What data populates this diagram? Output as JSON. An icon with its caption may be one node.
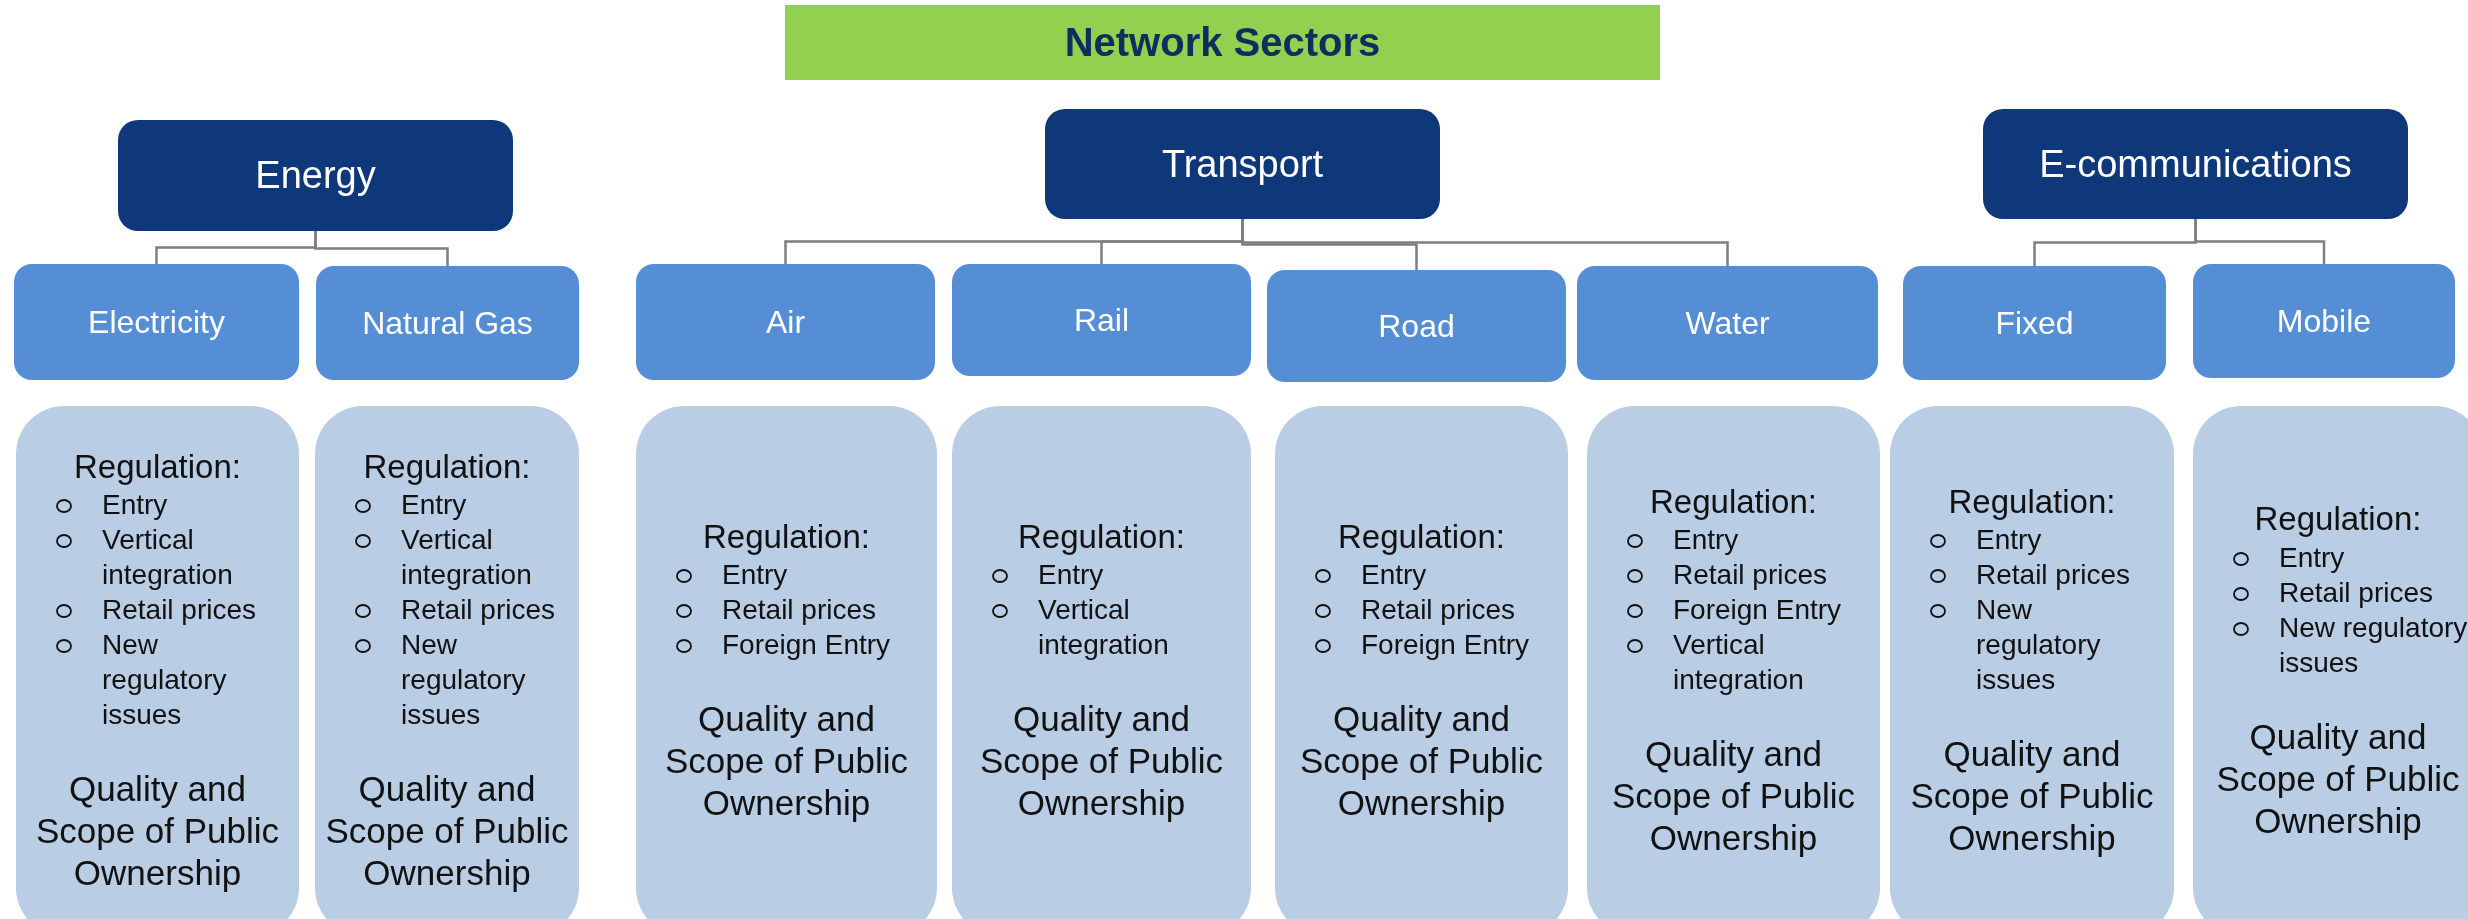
{
  "diagram": {
    "title": "Network Sectors",
    "nodes": [
      {
        "text": [
          "Energy"
        ]
      },
      {
        "text": [
          "Transport"
        ]
      },
      {
        "text": [
          "E-communications"
        ]
      },
      {
        "text": [
          "Electricity"
        ]
      },
      {
        "text": [
          "Natural Gas"
        ]
      },
      {
        "text": [
          "Air"
        ]
      },
      {
        "text": [
          "Rail"
        ]
      },
      {
        "text": [
          "Road"
        ]
      },
      {
        "text": [
          "Water"
        ]
      },
      {
        "text": [
          "Fixed"
        ]
      },
      {
        "text": [
          "Mobile"
        ]
      },
      {
        "text": [
          "Regulation:",
          "Entry",
          "Vertical integration",
          "Retail prices",
          "New regulatory issues",
          "Quality and Scope of Public Ownership"
        ]
      },
      {
        "text": [
          "Regulation:",
          "Entry",
          "Vertical integration",
          "Retail prices",
          "New regulatory issues",
          "Quality and Scope of Public Ownership"
        ]
      },
      {
        "text": [
          "Regulation:",
          "Entry",
          "Retail prices",
          "Foreign Entry",
          "Quality and Scope of Public Ownership"
        ]
      },
      {
        "text": [
          "Regulation:",
          "Entry",
          "Vertical integration",
          "Quality and Scope of Public Ownership"
        ]
      },
      {
        "text": [
          "Regulation:",
          "Entry",
          "Retail prices",
          "Foreign Entry",
          "Quality and Scope of Public Ownership"
        ]
      },
      {
        "text": [
          "Regulation:",
          "Entry",
          "Retail prices",
          "Foreign Entry",
          "Vertical integration",
          "Quality and Scope of Public Ownership"
        ]
      },
      {
        "text": [
          "Regulation:",
          "Entry",
          "Retail prices",
          "New regulatory issues",
          "Quality and Scope of Public Ownership"
        ]
      },
      {
        "text": [
          "Regulation:",
          "Entry",
          "Retail prices",
          "New regulatory issues",
          "Quality and Scope of Public Ownership"
        ]
      }
    ],
    "edges": [
      {
        "from": 0,
        "to": 3,
        "arrow": "none"
      },
      {
        "from": 0,
        "to": 4,
        "arrow": "none"
      },
      {
        "from": 1,
        "to": 5,
        "arrow": "none"
      },
      {
        "from": 1,
        "to": 6,
        "arrow": "none"
      },
      {
        "from": 1,
        "to": 7,
        "arrow": "none"
      },
      {
        "from": 1,
        "to": 8,
        "arrow": "none"
      },
      {
        "from": 2,
        "to": 9,
        "arrow": "none"
      },
      {
        "from": 2,
        "to": 10,
        "arrow": "none"
      }
    ]
  }
}
